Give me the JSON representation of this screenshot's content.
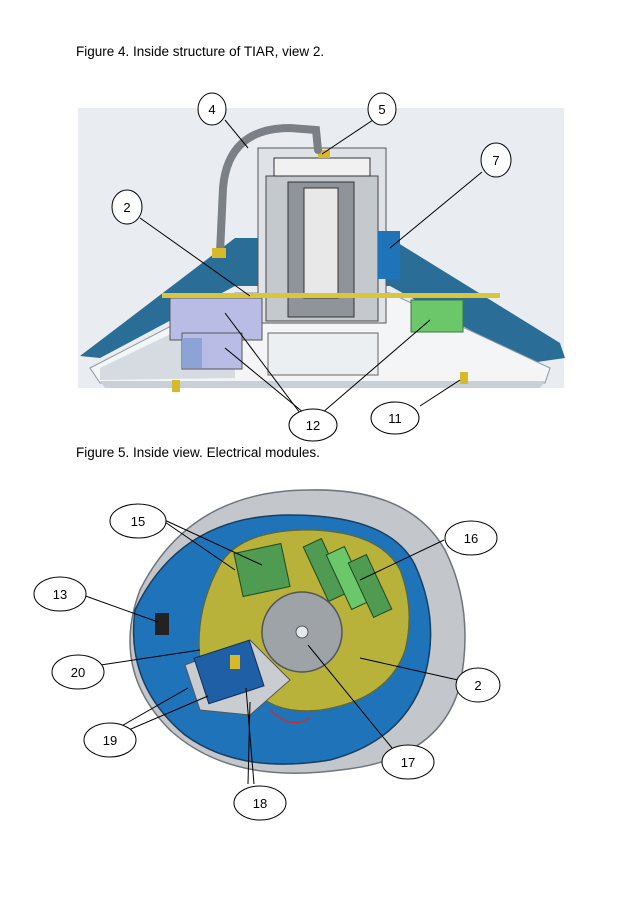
{
  "captions": {
    "figure4": "Figure  4. Inside structure of TIAR, view 2.",
    "figure5": "Figure  5. Inside view. Electrical modules."
  },
  "figure4": {
    "callouts": [
      "4",
      "5",
      "7",
      "2",
      "12",
      "11"
    ]
  },
  "figure5": {
    "callouts": [
      "15",
      "16",
      "13",
      "20",
      "2",
      "19",
      "17",
      "18"
    ]
  },
  "colors": {
    "shell_blue": "#2a6d96",
    "pcb_olive": "#b9b23a",
    "pcb_green": "#4f9b52",
    "module_lavender": "#b9bde6",
    "module_green": "#6cc76b",
    "inner_blue": "#1f73b8",
    "grey_metal": "#b8bcc2"
  }
}
